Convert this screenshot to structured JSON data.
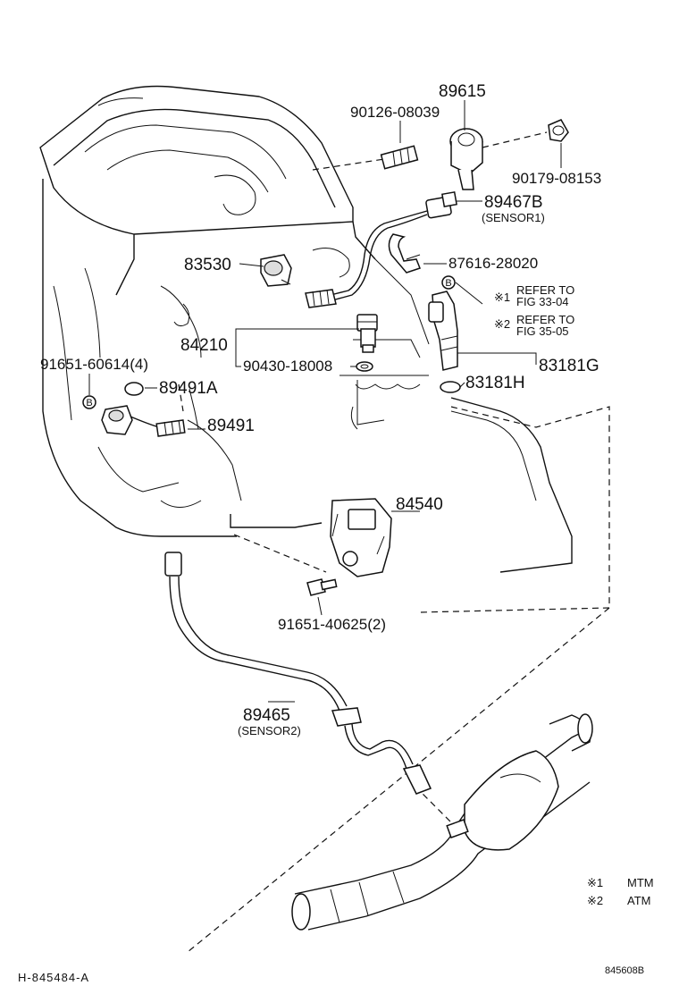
{
  "labels": {
    "p89615": "89615",
    "p90126": "90126-08039",
    "p90179": "90179-08153",
    "p89467b": "89467B",
    "sensor1": "(SENSOR1)",
    "p87616": "87616-28020",
    "p83530": "83530",
    "note1_mark": "※1",
    "note1_line1": "REFER TO",
    "note1_line2": "FIG 33-04",
    "note2_mark": "※2",
    "note2_line1": "REFER TO",
    "note2_line2": "FIG 35-05",
    "p84210": "84210",
    "p91651_60614": "91651-60614(4)",
    "p90430": "90430-18008",
    "p83181g": "83181G",
    "p89491a": "89491A",
    "p83181h": "83181H",
    "p89491": "89491",
    "p84540": "84540",
    "p91651_40625": "91651-40625(2)",
    "p89465": "89465",
    "sensor2": "(SENSOR2)",
    "b_marker": "B"
  },
  "legend": [
    {
      "mark": "※1",
      "text": "MTM"
    },
    {
      "mark": "※2",
      "text": "ATM"
    }
  ],
  "footer": {
    "left_code": "H-845484-A",
    "right_code": "845608B"
  }
}
